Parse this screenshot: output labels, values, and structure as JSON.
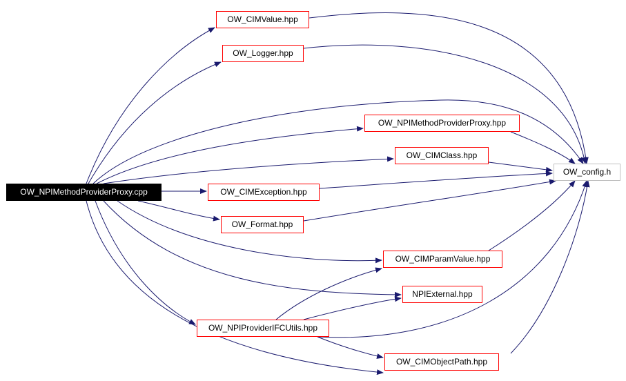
{
  "graph": {
    "edge_color": "#1a1a6e",
    "node_border_color": "#ff0000",
    "root_fill": "#000000",
    "leaf_border_color": "#bfbfbf",
    "nodes": {
      "root": "OW_NPIMethodProviderProxy.cpp",
      "cimvalue": "OW_CIMValue.hpp",
      "logger": "OW_Logger.hpp",
      "npi_method_provider_proxy_hpp": "OW_NPIMethodProviderProxy.hpp",
      "cimclass": "OW_CIMClass.hpp",
      "config": "OW_config.h",
      "cimexception": "OW_CIMException.hpp",
      "format": "OW_Format.hpp",
      "cimparamvalue": "OW_CIMParamValue.hpp",
      "npiexternal": "NPIExternal.hpp",
      "npi_provider_ifc_utils": "OW_NPIProviderIFCUtils.hpp",
      "cimobjectpath": "OW_CIMObjectPath.hpp"
    },
    "edges": [
      [
        "root",
        "cimvalue"
      ],
      [
        "root",
        "logger"
      ],
      [
        "root",
        "config"
      ],
      [
        "root",
        "npi_method_provider_proxy_hpp"
      ],
      [
        "root",
        "cimclass"
      ],
      [
        "root",
        "cimexception"
      ],
      [
        "root",
        "format"
      ],
      [
        "root",
        "cimparamvalue"
      ],
      [
        "root",
        "npiexternal"
      ],
      [
        "root",
        "npi_provider_ifc_utils"
      ],
      [
        "root",
        "cimobjectpath"
      ],
      [
        "cimvalue",
        "config"
      ],
      [
        "logger",
        "config"
      ],
      [
        "npi_method_provider_proxy_hpp",
        "config"
      ],
      [
        "cimclass",
        "config"
      ],
      [
        "cimexception",
        "config"
      ],
      [
        "format",
        "config"
      ],
      [
        "cimparamvalue",
        "config"
      ],
      [
        "npi_provider_ifc_utils",
        "cimparamvalue"
      ],
      [
        "npi_provider_ifc_utils",
        "npiexternal"
      ],
      [
        "npi_provider_ifc_utils",
        "config"
      ],
      [
        "npi_provider_ifc_utils",
        "cimobjectpath"
      ],
      [
        "cimobjectpath",
        "config"
      ]
    ]
  }
}
